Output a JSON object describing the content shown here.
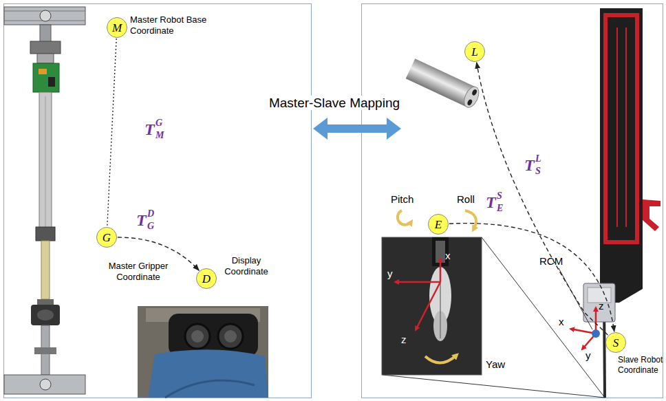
{
  "diagram": {
    "nodes": [
      {
        "text": [
          "M",
          "Master Robot Base Coordinate"
        ]
      },
      {
        "text": [
          "G",
          "Master Gripper Coordinate"
        ]
      },
      {
        "text": [
          "D",
          "Display Coordinate"
        ]
      },
      {
        "text": [
          "L"
        ]
      },
      {
        "text": [
          "E"
        ]
      },
      {
        "text": [
          "S",
          "Slave Robot Coordinate"
        ]
      }
    ],
    "edges": [
      {
        "from": 0,
        "to": 1,
        "arrow": "none"
      },
      {
        "from": 1,
        "to": 2,
        "arrow": "to"
      },
      {
        "from": 4,
        "to": 5,
        "arrow": "to"
      },
      {
        "from": 5,
        "to": 3,
        "arrow": "to"
      }
    ],
    "labels": [
      "Master-Slave Mapping",
      "T",
      "G",
      "M",
      "T",
      "D",
      "G",
      "T",
      "L",
      "S",
      "T",
      "S",
      "E",
      "Pitch",
      "Roll",
      "x",
      "y",
      "z",
      "Yaw",
      "RCM",
      "z",
      "x",
      "y"
    ]
  }
}
